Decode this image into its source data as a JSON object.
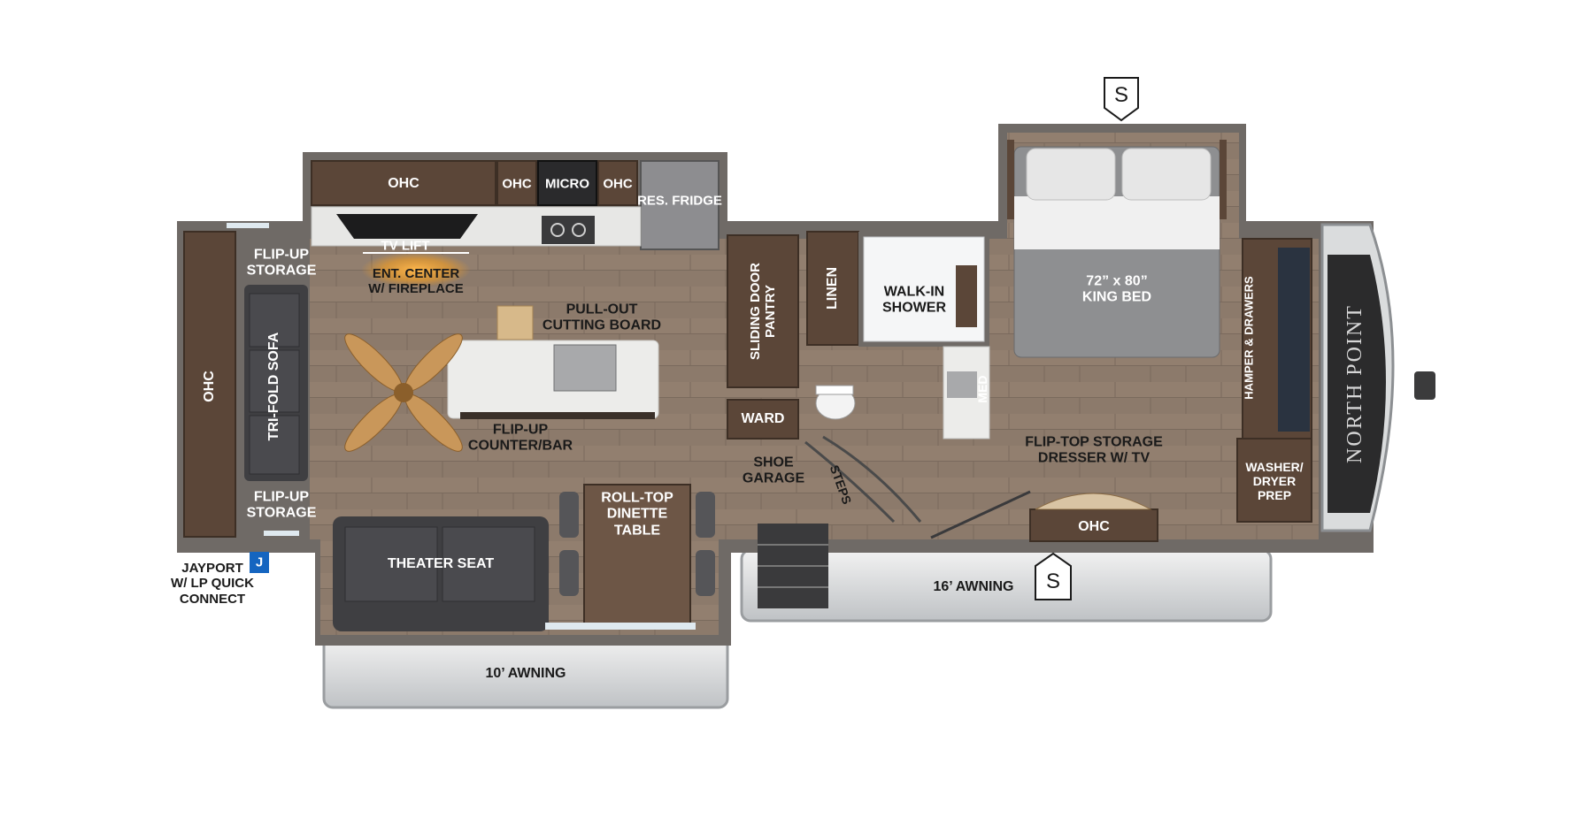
{
  "floorplan": {
    "brand_text": "NORTH POINT",
    "labels": {
      "ohc_rear": "OHC",
      "flip_up_storage_top": "FLIP-UP\nSTORAGE",
      "flip_up_storage_bottom": "FLIP-UP\nSTORAGE",
      "tri_fold_sofa": "TRI-FOLD SOFA",
      "ohc_kitchen": "OHC",
      "ohc_small_1": "OHC",
      "micro": "MICRO",
      "ohc_small_2": "OHC",
      "res_fridge": "RES. FRIDGE",
      "tv_lift": "TV LIFT",
      "ent_center": "ENT. CENTER\nW/ FIREPLACE",
      "pull_out_cutting_board": "PULL-OUT\nCUTTING BOARD",
      "flip_up_counter": "FLIP-UP\nCOUNTER/BAR",
      "sliding_door_pantry": "SLIDING DOOR\nPANTRY",
      "ward": "WARD",
      "linen": "LINEN",
      "walk_in_shower": "WALK-IN\nSHOWER",
      "med": "MED",
      "king_bed": "72” x 80”\nKING BED",
      "hamper_drawers": "HAMPER & DRAWERS",
      "washer_dryer": "WASHER/\nDRYER\nPREP",
      "flip_top_dresser": "FLIP-TOP STORAGE\nDRESSER W/ TV",
      "ohc_dresser": "OHC",
      "shoe_garage": "SHOE\nGARAGE",
      "steps": "STEPS",
      "roll_top_dinette": "ROLL-TOP\nDINETTE\nTABLE",
      "theater_seat": "THEATER SEAT",
      "awning_16": "16’ AWNING",
      "awning_10": "10’ AWNING",
      "jayport": "JAYPORT\nW/ LP QUICK\nCONNECT",
      "jayport_badge": "J",
      "slide_marker_top": "S",
      "slide_marker_bottom": "S"
    },
    "colors": {
      "wall": "#6f6a66",
      "floor": "#8a7868",
      "cabinet": "#5b4638",
      "sofa": "#3f3f42",
      "bed": "#8e8f91",
      "awning": "#d7d9db",
      "jayport_blue": "#1565c0"
    }
  }
}
